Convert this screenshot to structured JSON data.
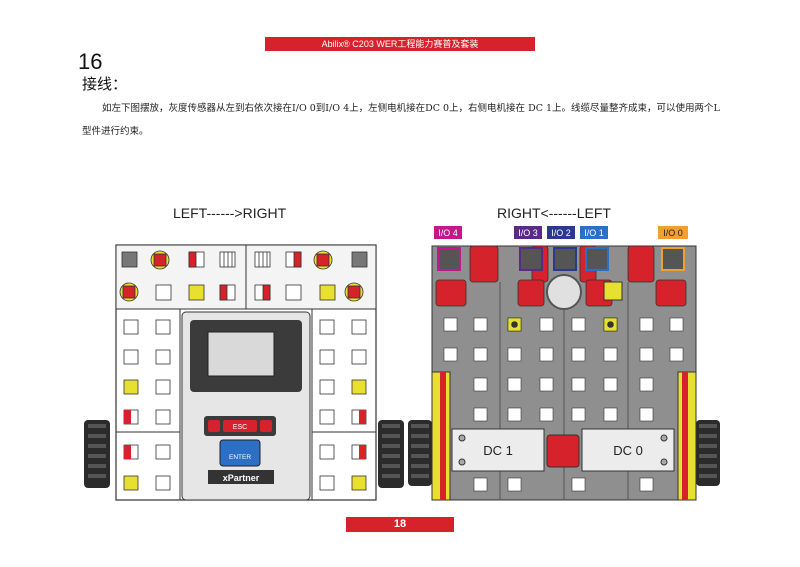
{
  "header": {
    "title": "Abilix® C203 WER工程能力赛普及套装"
  },
  "section": {
    "number": "16",
    "heading": "接线：",
    "paragraph": "如左下图摆放，灰度传感器从左到右依次接在I/O 0到I/O 4上，左侧电机接在DC 0上，右侧电机接在 DC 1上。线缆尽量整齐成束，可以使用两个L型件进行约束。"
  },
  "left_view": {
    "label": "LEFT------>RIGHT",
    "controller": {
      "button_esc": "ESC",
      "button_enter": "ENTER",
      "brand": "xPartner"
    }
  },
  "right_view": {
    "label": "RIGHT<------LEFT",
    "ports": [
      {
        "label": "I/O 4",
        "color": "#c2188b"
      },
      {
        "label": "I/O 3",
        "color": "#5b2a86"
      },
      {
        "label": "I/O 2",
        "color": "#2b3a8f"
      },
      {
        "label": "I/O 1",
        "color": "#2c6fc4"
      },
      {
        "label": "I/O 0",
        "color": "#f0a030"
      }
    ],
    "motors": {
      "left": "DC 1",
      "right": "DC 0"
    }
  },
  "footer": {
    "page": "18"
  },
  "colors": {
    "accent_red": "#d5222b",
    "yellow": "#e8e030",
    "gray_plate": "#8f8f8f"
  }
}
